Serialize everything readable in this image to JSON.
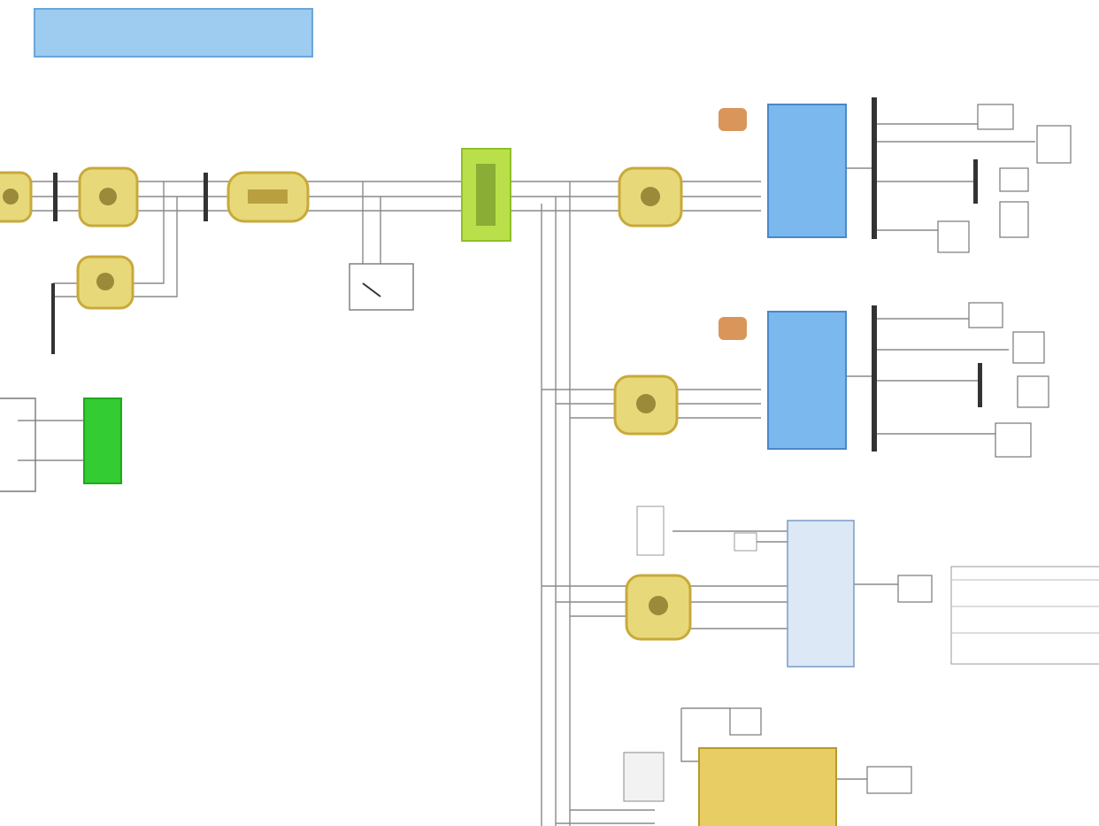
{
  "title_block": {
    "label": "",
    "color": "#9ecbf0"
  },
  "colors": {
    "wire": "#8a8a8a",
    "bus_bar": "#333333",
    "transformer_fill": "#e7d97a",
    "transformer_ring": "#c9a93a",
    "breaker_fill": "#b9e04a",
    "machine_fill": "#7ab8ee",
    "controller_fill": "#dce8f6",
    "load_fill": "#e7cd63",
    "green_block": "#33cc33",
    "orange_const": "#d9955a"
  },
  "blocks": [
    {
      "id": "transformer-1",
      "kind": "transformer-icon"
    },
    {
      "id": "transformer-2",
      "kind": "transformer-icon"
    },
    {
      "id": "transformer-3",
      "kind": "transformer-icon"
    },
    {
      "id": "transformer-4",
      "kind": "transformer-icon"
    },
    {
      "id": "transformer-5",
      "kind": "transformer-icon"
    },
    {
      "id": "transformer-6",
      "kind": "transformer-icon"
    },
    {
      "id": "transformer-7",
      "kind": "transformer-icon"
    },
    {
      "id": "breaker",
      "kind": "breaker-icon"
    },
    {
      "id": "machine-1",
      "kind": "machine-block"
    },
    {
      "id": "machine-2",
      "kind": "machine-block"
    },
    {
      "id": "controller",
      "kind": "controller-block"
    },
    {
      "id": "load-block",
      "kind": "load-block"
    },
    {
      "id": "green-block",
      "kind": "powergui-icon"
    }
  ]
}
